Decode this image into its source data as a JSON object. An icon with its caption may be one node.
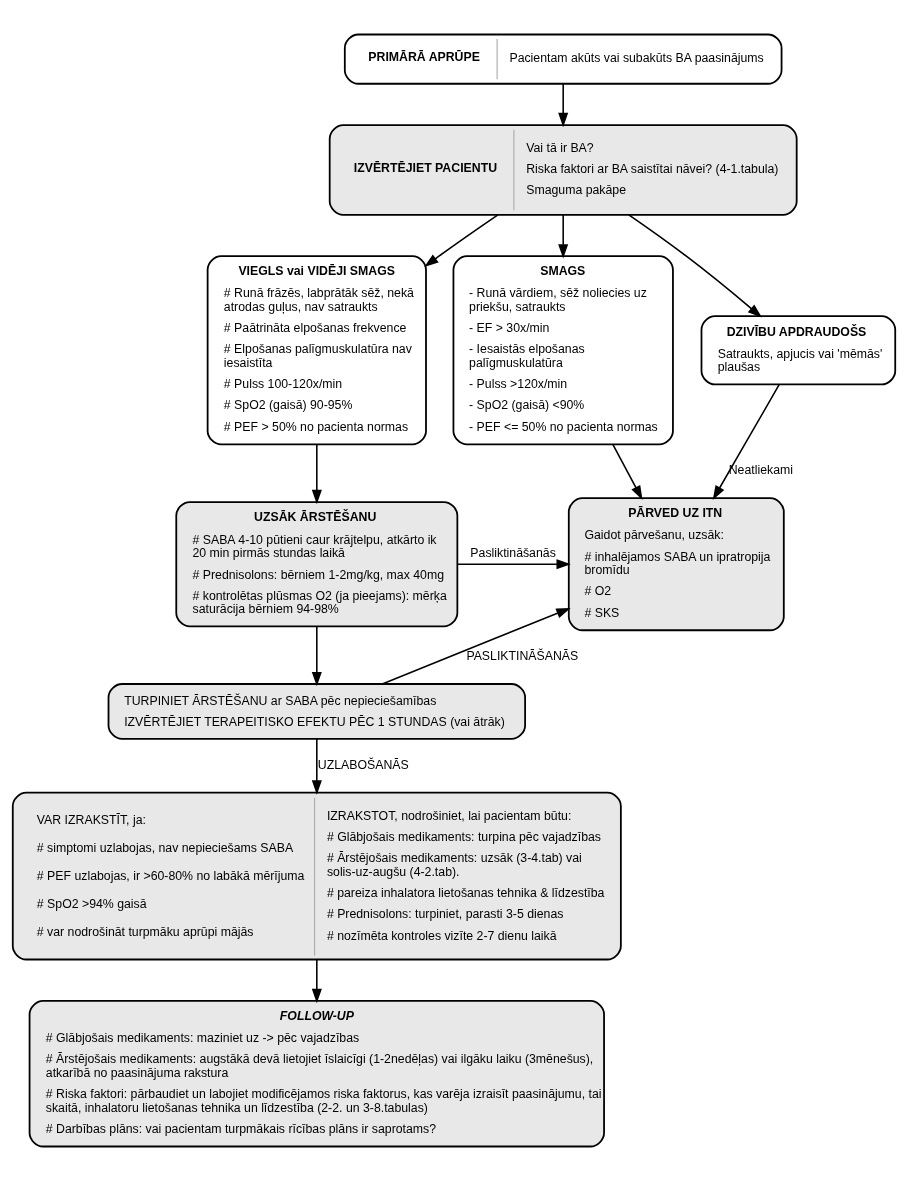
{
  "diagram": {
    "nodes": [
      {
        "text": [
          "PRIMĀRĀ APRŪPE",
          "Pacientam akūts vai subakūts BA paasinājums"
        ]
      },
      {
        "text": [
          "IZVĒRTĒJIET PACIENTU",
          "Vai tā ir BA?",
          "Riska faktori ar BA saistītai nāvei? (4-1.tabula)",
          "Smaguma pakāpe"
        ]
      },
      {
        "text": [
          "VIEGLS vai VIDĒJI SMAGS",
          "# Runā frāzēs, labprātāk sēž, nekā atrodas guļus, nav satraukts",
          "# Paātrināta elpošanas frekvence",
          "# Elpošanas palīgmuskulatūra nav iesaistīta",
          "# Pulss 100-120x/min",
          "# SpO2 (gaisā) 90-95%",
          "# PEF > 50% no pacienta normas"
        ]
      },
      {
        "text": [
          "SMAGS",
          "- Runā vārdiem, sēž noliecies uz priekšu, satraukts",
          "- EF > 30x/min",
          "- Iesaistās elpošanas palīgmuskulatūra",
          "- Pulss >120x/min",
          "- SpO2 (gaisā) <90%",
          "- PEF <= 50% no pacienta normas"
        ]
      },
      {
        "text": [
          "DZIVĪBU APDRAUDOŠS",
          "Satraukts, apjucis vai 'mēmās' plaušas"
        ]
      },
      {
        "text": [
          "UZSĀK ĀRSTĒŠANU",
          "# SABA 4-10 pūtieni caur krājtelpu, atkārto ik 20 min pirmās stundas laikā",
          "# Prednisolons: bērniem 1-2mg/kg, max 40mg",
          "# kontrolētas plūsmas O2 (ja pieejams): mērķa saturācija bērniem 94-98%"
        ]
      },
      {
        "text": [
          "PĀRVED UZ ITN",
          "Gaidot pārvešanu, uzsāk:",
          "# inhalējamos SABA un ipratropija bromīdu",
          "# O2",
          "# SKS"
        ]
      },
      {
        "text": [
          "TURPINIET ĀRSTĒŠANU ar SABA pēc nepieciešamības",
          "IZVĒRTĒJIET TERAPEITISKO EFEKTU PĒC 1 STUNDAS (vai ātrāk)"
        ]
      },
      {
        "text": [
          "VAR IZRAKSTĪT, ja:",
          "# simptomi uzlabojas, nav nepieciešams SABA",
          "# PEF uzlabojas, ir >60-80% no labākā mērījuma",
          "# SpO2 >94% gaisā",
          "# var nodrošināt turpmāku aprūpi mājās",
          "IZRAKSTOT, nodrošiniet, lai pacientam būtu:",
          "# Glābjošais medikaments: turpina pēc vajadzības",
          "# Ārstējošais medikaments: uzsāk (3-4.tab) vai solis-uz-augšu (4-2.tab).",
          "# pareiza inhalatora lietošanas tehnika & līdzestība",
          "# Prednisolons: turpiniet, parasti 3-5 dienas",
          "# nozīmēta kontroles vizīte 2-7 dienu laikā"
        ]
      },
      {
        "text": [
          "FOLLOW-UP",
          "# Glābjošais medikaments: maziniet uz -> pēc vajadzības",
          "# Ārstējošais medikaments: augstākā devā lietojiet īslaicīgi (1-2nedēļas) vai ilgāku laiku (3mēnešus), atkarībā no paasinājuma rakstura",
          "# Riska faktori: pārbaudiet un labojiet modificējamos riska faktorus, kas varēja izraisīt paasinājumu, tai skaitā, inhalatoru lietošanas tehnika un līdzestība (2-2. un 3-8.tabulas)",
          "# Darbības plāns: vai pacientam turpmākais rīcības plāns ir saprotams?"
        ]
      }
    ],
    "edges": [
      {
        "from": 0,
        "to": 1,
        "arrow": "to"
      },
      {
        "from": 1,
        "to": 2,
        "arrow": "to"
      },
      {
        "from": 1,
        "to": 3,
        "arrow": "to"
      },
      {
        "from": 1,
        "to": 4,
        "arrow": "to"
      },
      {
        "from": 2,
        "to": 5,
        "arrow": "to"
      },
      {
        "from": 3,
        "to": 6,
        "arrow": "to"
      },
      {
        "from": 4,
        "to": 6,
        "arrow": "to",
        "label": "Neatliekami"
      },
      {
        "from": 5,
        "to": 6,
        "arrow": "to",
        "label": "Pasliktināšanās"
      },
      {
        "from": 5,
        "to": 7,
        "arrow": "to"
      },
      {
        "from": 7,
        "to": 6,
        "arrow": "to",
        "label": "PASLIKTINĀŠANĀS"
      },
      {
        "from": 7,
        "to": 8,
        "arrow": "to",
        "label": "UZLABOŠANĀS"
      },
      {
        "from": 8,
        "to": 9,
        "arrow": "to"
      }
    ]
  }
}
